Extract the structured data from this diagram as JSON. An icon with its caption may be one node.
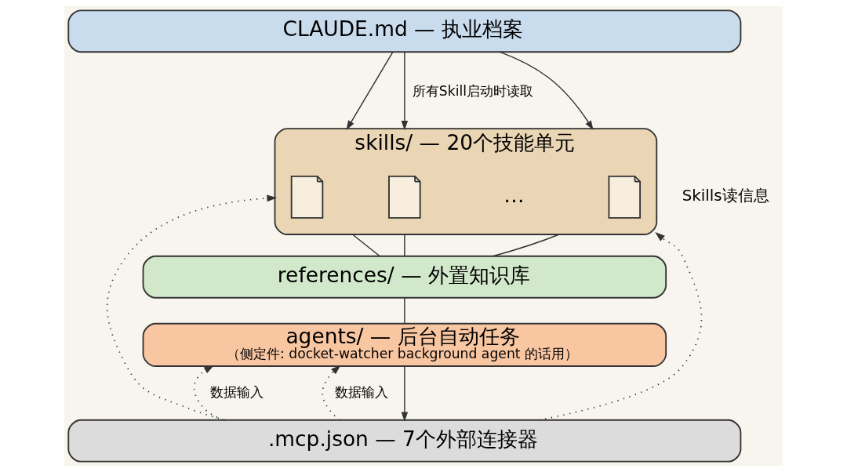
{
  "diagram": {
    "nodes": [
      {
        "text": [
          "CLAUDE.md — 执业档案"
        ]
      },
      {
        "text": [
          "skills/ — 20个技能单元"
        ]
      },
      {
        "text": [],
        "shape": "document",
        "in": 1
      },
      {
        "text": [],
        "shape": "document",
        "in": 1
      },
      {
        "text": [],
        "shape": "document",
        "in": 1
      },
      {
        "text": [
          "references/ — 外置知识库"
        ]
      },
      {
        "text": [
          "agents/ — 后台自动任务",
          "（侧定件: docket-watcher background agent 的话用）"
        ]
      },
      {
        "text": [
          ".mcp.json — 7个外部连接器"
        ]
      }
    ],
    "edges": [
      {
        "from": 0,
        "to": 1,
        "arrow": "to"
      },
      {
        "from": 0,
        "to": 1,
        "arrow": "to",
        "label": "所有Skill启动时读取"
      },
      {
        "from": 0,
        "to": 1,
        "arrow": "to"
      },
      {
        "from": 1,
        "to": 5,
        "arrow": "none"
      },
      {
        "from": 1,
        "to": 5,
        "arrow": "none"
      },
      {
        "from": 1,
        "to": 5,
        "arrow": "none"
      },
      {
        "from": 7,
        "to": 1,
        "arrow": "to",
        "style": "dashed"
      },
      {
        "from": 7,
        "to": 1,
        "arrow": "to",
        "style": "dashed"
      },
      {
        "from": 5,
        "to": 6,
        "arrow": "none"
      },
      {
        "from": 7,
        "to": 6,
        "arrow": "to",
        "style": "dashed",
        "label": "数据输入"
      },
      {
        "from": 6,
        "to": 7,
        "arrow": "to"
      },
      {
        "from": 7,
        "to": 6,
        "arrow": "to",
        "style": "dashed",
        "label": "数据输入"
      }
    ],
    "labels": [
      "…",
      "Skills读信息"
    ]
  }
}
